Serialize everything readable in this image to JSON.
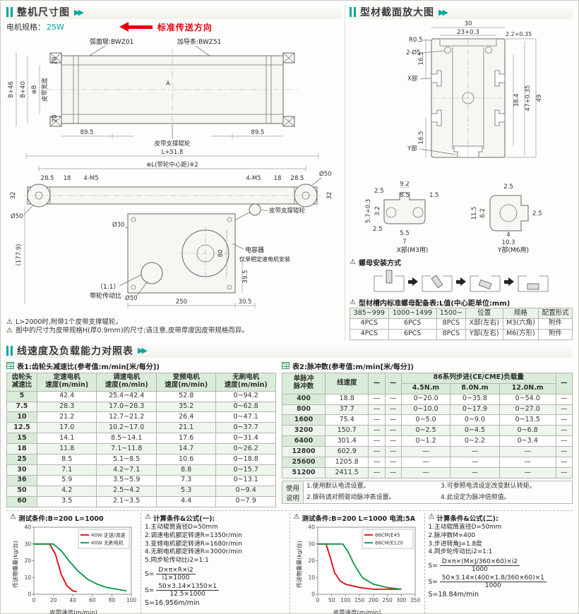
{
  "colors": {
    "teal": "#00a69c",
    "red": "#e60012",
    "green": "#009944",
    "table_header_bg": "#d9ecd9"
  },
  "icons": {
    "warning": "⚠",
    "play": "▶▶"
  },
  "sections": {
    "s1": "整机尺寸图",
    "s2": "型材截面放大图",
    "s3": "线速度及负载能力对照表"
  },
  "s1": {
    "motor_label": "电机规格：",
    "motor_value": "25W",
    "direction": "标准传送方向",
    "d1": {
      "arc_roller": "弧面辊:BWZ01",
      "guide": "加导条:BWZ51",
      "b46": "B+46",
      "b40": "B+40",
      "bsym": "⊕B",
      "belt_width": "皮带宽度",
      "d20t": "20",
      "d20b": "20",
      "d895l": "89.5",
      "d895r": "89.5",
      "dimA": "A",
      "support": "皮带支撑辊轮"
    },
    "d2": {
      "l518": "L+51.8",
      "lcc": "⊕L(带轮中心距)※2",
      "d285l": "28.5",
      "d18l": "18",
      "m5l": "4-M5",
      "m5r": "4-M5",
      "d18r": "18",
      "d285r": "28.5",
      "d32l": "32",
      "d32r": "32",
      "o50tr": "Ø50",
      "o50l": "Ø50",
      "o30a": "Ø30",
      "o30b": "Ø30",
      "o50b": "Ø50",
      "d1779": "(177.9)",
      "support": "皮带支撑辊轮",
      "cap1": "电容器",
      "cap2": "仅单相定速电机安装",
      "ratio1": "（1:1）",
      "ratio2": "带轮传动比",
      "d250": "250",
      "d305": "30.5",
      "d395": "39.5",
      "d80": "80"
    },
    "notes": [
      "L>2000时,附带1个皮带支撑辊轮。",
      "图中的尺寸为皮带规格H(厚0.9mm)的尺寸;请注意,皮带厚度因皮带规格而异。"
    ]
  },
  "s2": {
    "cs": {
      "d30": "30",
      "d23": "23+0.3",
      "r05": "R0.5",
      "o5": "2-Ø5",
      "xpart": "X部",
      "ypart": "Y部",
      "d22": "2.2+0.35",
      "d384": "38.4",
      "d47": "47+0.35",
      "d49": "49",
      "d165a": "16.5",
      "d165b": "16.5"
    },
    "xd": {
      "caption": "X部(M3用)",
      "d92": "9.2",
      "d85": "8.5",
      "d25a": "2.5",
      "d15": "1.5",
      "d57": "5.7+0.3",
      "d32": "3.2",
      "d25b": "2.5",
      "d55": "5.5",
      "d7": "7"
    },
    "yd": {
      "caption": "Y部(M6用)",
      "d25a": "2.5",
      "d115": "11.5",
      "d62": "6.2",
      "d25b": "2.5",
      "d4": "4",
      "d103": "10.3"
    },
    "nut_title": "螺母安装方式",
    "table_title": "型材槽内标准螺母配备表:L值(中心距单位:mm)",
    "nut_headers": [
      "385~999",
      "1000~1499",
      "1500~",
      "位置",
      "规格",
      "配置形式"
    ],
    "nut_rows": [
      [
        "4PCS",
        "6PCS",
        "8PCS",
        "X部(左右)",
        "M3(六角)",
        "附件"
      ],
      [
        "4PCS",
        "6PCS",
        "8PCS",
        "Y部(左右)",
        "M6(方形)",
        "附件"
      ]
    ]
  },
  "s3": {
    "t1_caption": "表1:齿轮头减速比(参考值:m/min[米/每分])",
    "t1_headers": [
      "齿轮头\n减速比",
      "定速电机\n速度(m/min)",
      "调速电机\n速度(m/min)",
      "变频电机\n速度(m/min)",
      "无刷电机\n速度(m/min)"
    ],
    "t1_rows": [
      [
        "5",
        "42.4",
        "25.4~42.4",
        "52.8",
        "0~94.2"
      ],
      [
        "7.5",
        "28.3",
        "17.0~28.3",
        "35.2",
        "0~62.8"
      ],
      [
        "10",
        "21.2",
        "12.7~21.2",
        "26.4",
        "0~47.1"
      ],
      [
        "12.5",
        "17.0",
        "10.2~17.0",
        "21.1",
        "0~37.7"
      ],
      [
        "15",
        "14.1",
        "8.5~14.1",
        "17.6",
        "0~31.4"
      ],
      [
        "18",
        "11.8",
        "7.1~11.8",
        "14.7",
        "0~26.2"
      ],
      [
        "25",
        "8.5",
        "5.1~8.5",
        "10.6",
        "0~18.8"
      ],
      [
        "30",
        "7.1",
        "4.2~7.1",
        "8.8",
        "0~15.7"
      ],
      [
        "36",
        "5.9",
        "3.5~5.9",
        "7.3",
        "0~13.1"
      ],
      [
        "50",
        "4.2",
        "2.5~4.2",
        "5.3",
        "0~9.4"
      ],
      [
        "60",
        "3.5",
        "2.1~3.5",
        "4.4",
        "0~7.9"
      ]
    ],
    "t2_caption": "表2:脉冲数(参考值:m/min[米/每分])",
    "t2_h1": "单脉冲\n脉冲数",
    "t2_h2": "线速度",
    "t2_dash": "—",
    "t2_group": "86系列步进(CE/CME)负载量",
    "t2_sub": [
      "4.5N.m",
      "8.0N.m",
      "12.0N.m"
    ],
    "t2_rows": [
      [
        "400",
        "18.8",
        "—",
        "—",
        "0~20.0",
        "0~35.8",
        "0~54.0",
        "—"
      ],
      [
        "800",
        "37.7",
        "—",
        "—",
        "0~10.0",
        "0~17.9",
        "0~27.0",
        "—"
      ],
      [
        "1600",
        "75.4",
        "—",
        "—",
        "0~5.0",
        "0~9.0",
        "0~13.5",
        "—"
      ],
      [
        "3200",
        "150.7",
        "—",
        "—",
        "0~2.5",
        "0~4.5",
        "0~6.8",
        "—"
      ],
      [
        "6400",
        "301.4",
        "—",
        "—",
        "0~1.2",
        "0~2.2",
        "0~3.4",
        "—"
      ],
      [
        "12800",
        "602.9",
        "—",
        "—",
        "—",
        "—",
        "—",
        "—"
      ],
      [
        "25600",
        "1205.8",
        "—",
        "—",
        "—",
        "—",
        "—",
        "—"
      ],
      [
        "51200",
        "2411.5",
        "—",
        "—",
        "—",
        "—",
        "—",
        "—"
      ]
    ],
    "usage_label": "使用\n说明",
    "usage_notes": [
      "1.使用默认电流设置。",
      "2.拨码请对照驱动脉冲表设置。",
      "3.可参照电流设定改变默认转矩。",
      "4.此设定为脉冲倍频值。"
    ],
    "test1_title": "测试条件:B=200  L=1000",
    "calc1_title": "计算条件&公式(一):",
    "calc1_items": [
      "1.主动辊筒直径D=50mm",
      "2.调速电机额定转速R=1350r/min",
      "3.变频电机额定转速R=1680r/min",
      "4.无刷电机额定转速R=3000r/min",
      "5.同步轮传动比i2=1:1"
    ],
    "s_label": "S=",
    "calc1_f1": {
      "num": "D×π×R×i2",
      "den": "i1×1000"
    },
    "calc1_f2": {
      "num": "50×3.14×1350×1",
      "den": "12.5×1000"
    },
    "calc1_result": "S=16.956m/min",
    "test2_title": "测试条件:B=200  L=1000  电流:5A",
    "calc2_title": "计算条件&公式(二):",
    "calc2_items": [
      "1.主动辊筒直径D=50mm",
      "2.脉冲数M=400",
      "3.步进转角J=1.8度",
      "4.同步轮传动比i2=1:1"
    ],
    "calc2_f1": {
      "num": "D×π×(M×J/360×60)×i2",
      "den": "1000"
    },
    "calc2_f2": {
      "num": "50×3.14×(400×1.8/360×60)×1",
      "den": "1000"
    },
    "calc2_result": "S=18.84m/min"
  },
  "chart_data": [
    {
      "type": "line",
      "title": "测试条件:B=200 L=1000",
      "xlabel": "皮带速度(m/min)",
      "ylabel": "传送物重量(kg/台)",
      "xlim": [
        0,
        100
      ],
      "ylim": [
        0,
        40
      ],
      "xticks": [
        0,
        20,
        40,
        60,
        80,
        100
      ],
      "yticks": [
        0,
        10,
        20,
        30,
        40
      ],
      "legend_position": "top-right",
      "grid": false,
      "series": [
        {
          "name": "40W 定速/调速",
          "color": "#e60012",
          "points": [
            [
              0,
              30
            ],
            [
              16,
              30
            ],
            [
              22,
              24
            ],
            [
              28,
              12
            ],
            [
              34,
              5
            ],
            [
              40,
              2
            ],
            [
              44,
              1.5
            ]
          ]
        },
        {
          "name": "40W 无刷电机",
          "color": "#009944",
          "points": [
            [
              0,
              30
            ],
            [
              20,
              30
            ],
            [
              28,
              26
            ],
            [
              36,
              20
            ],
            [
              45,
              14
            ],
            [
              55,
              9
            ],
            [
              65,
              6
            ],
            [
              75,
              4
            ],
            [
              85,
              3
            ],
            [
              95,
              2
            ]
          ]
        }
      ]
    },
    {
      "type": "line",
      "title": "测试条件:B=200 L=1000 电流:5A",
      "xlabel": "皮带速度(m/min)",
      "ylabel": "传送物重量(kg/台)",
      "xlim": [
        0,
        350
      ],
      "ylim": [
        0,
        40
      ],
      "xticks": [
        0,
        50,
        100,
        150,
        200,
        250,
        300,
        350
      ],
      "yticks": [
        0,
        10,
        20,
        30,
        40
      ],
      "legend_position": "top-right",
      "grid": false,
      "series": [
        {
          "name": "86CM/E45",
          "color": "#e60012",
          "points": [
            [
              0,
              30
            ],
            [
              30,
              30
            ],
            [
              45,
              22
            ],
            [
              60,
              13
            ],
            [
              80,
              8
            ],
            [
              100,
              6
            ],
            [
              150,
              4
            ],
            [
              200,
              3
            ],
            [
              250,
              3
            ],
            [
              300,
              3
            ]
          ]
        },
        {
          "name": "86CM/E120",
          "color": "#009944",
          "points": [
            [
              0,
              30
            ],
            [
              90,
              30
            ],
            [
              110,
              25
            ],
            [
              130,
              18
            ],
            [
              160,
              10
            ],
            [
              200,
              6
            ],
            [
              250,
              4
            ],
            [
              300,
              3
            ]
          ]
        }
      ]
    }
  ]
}
